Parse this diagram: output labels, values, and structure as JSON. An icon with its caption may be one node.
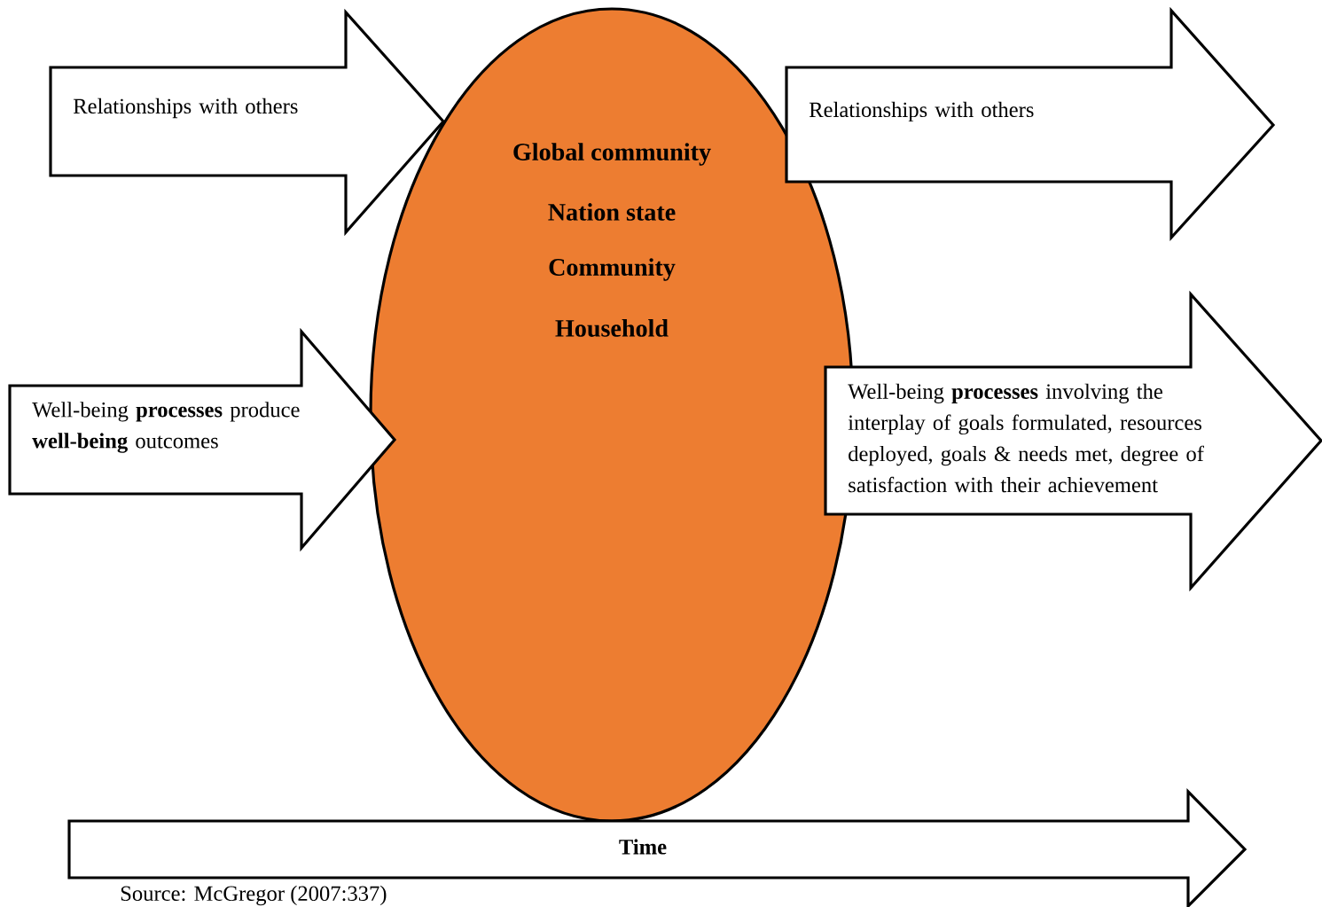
{
  "diagram": {
    "caption": "Source: McGregor (2007:337)",
    "nodes": [
      {
        "text": [
          "Relationships with others"
        ]
      },
      {
        "text": [
          "Global community",
          "Nation state",
          "Community",
          "Household"
        ]
      },
      {
        "text": [
          "Relationships with others"
        ]
      },
      {
        "text": [
          "Well-being **processes** produce **well-being** outcomes"
        ]
      },
      {
        "text": [
          "Well-being **processes** involving the interplay of goals formulated, resources deployed, goals & needs met, degree of satisfaction with their achievement"
        ]
      },
      {
        "text": [
          "**Time**"
        ]
      }
    ],
    "edges": []
  }
}
